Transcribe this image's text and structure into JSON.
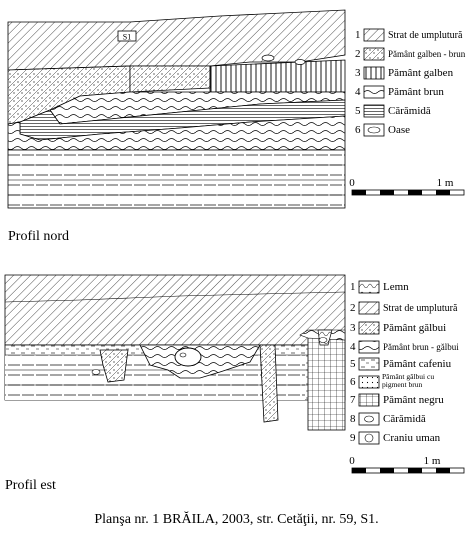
{
  "north": {
    "label": "Profil nord",
    "tag": "S1",
    "legend": [
      {
        "num": "1",
        "text": "Strat de umplutură"
      },
      {
        "num": "2",
        "text": "Pământ galben - brun"
      },
      {
        "num": "3",
        "text": "Pământ galben"
      },
      {
        "num": "4",
        "text": "Pământ brun"
      },
      {
        "num": "5",
        "text": "Cărămidă"
      },
      {
        "num": "6",
        "text": "Oase"
      }
    ],
    "scale": {
      "start": "0",
      "end": "1 m"
    }
  },
  "east": {
    "label": "Profil est",
    "legend": [
      {
        "num": "1",
        "text": "Lemn"
      },
      {
        "num": "2",
        "text": "Strat de umplutură"
      },
      {
        "num": "3",
        "text": "Pământ gălbui"
      },
      {
        "num": "4",
        "text": "Pământ brun - gălbui"
      },
      {
        "num": "5",
        "text": "Pământ cafeniu"
      },
      {
        "num": "6",
        "text": "Pământ gălbui cu pigment brun"
      },
      {
        "num": "7",
        "text": "Pământ negru"
      },
      {
        "num": "8",
        "text": "Cărămidă"
      },
      {
        "num": "9",
        "text": "Craniu uman"
      }
    ],
    "scale": {
      "start": "0",
      "end": "1 m"
    }
  },
  "caption": "Planşa nr. 1 BRĂILA, 2003, str. Cetăţii, nr. 59, S1."
}
